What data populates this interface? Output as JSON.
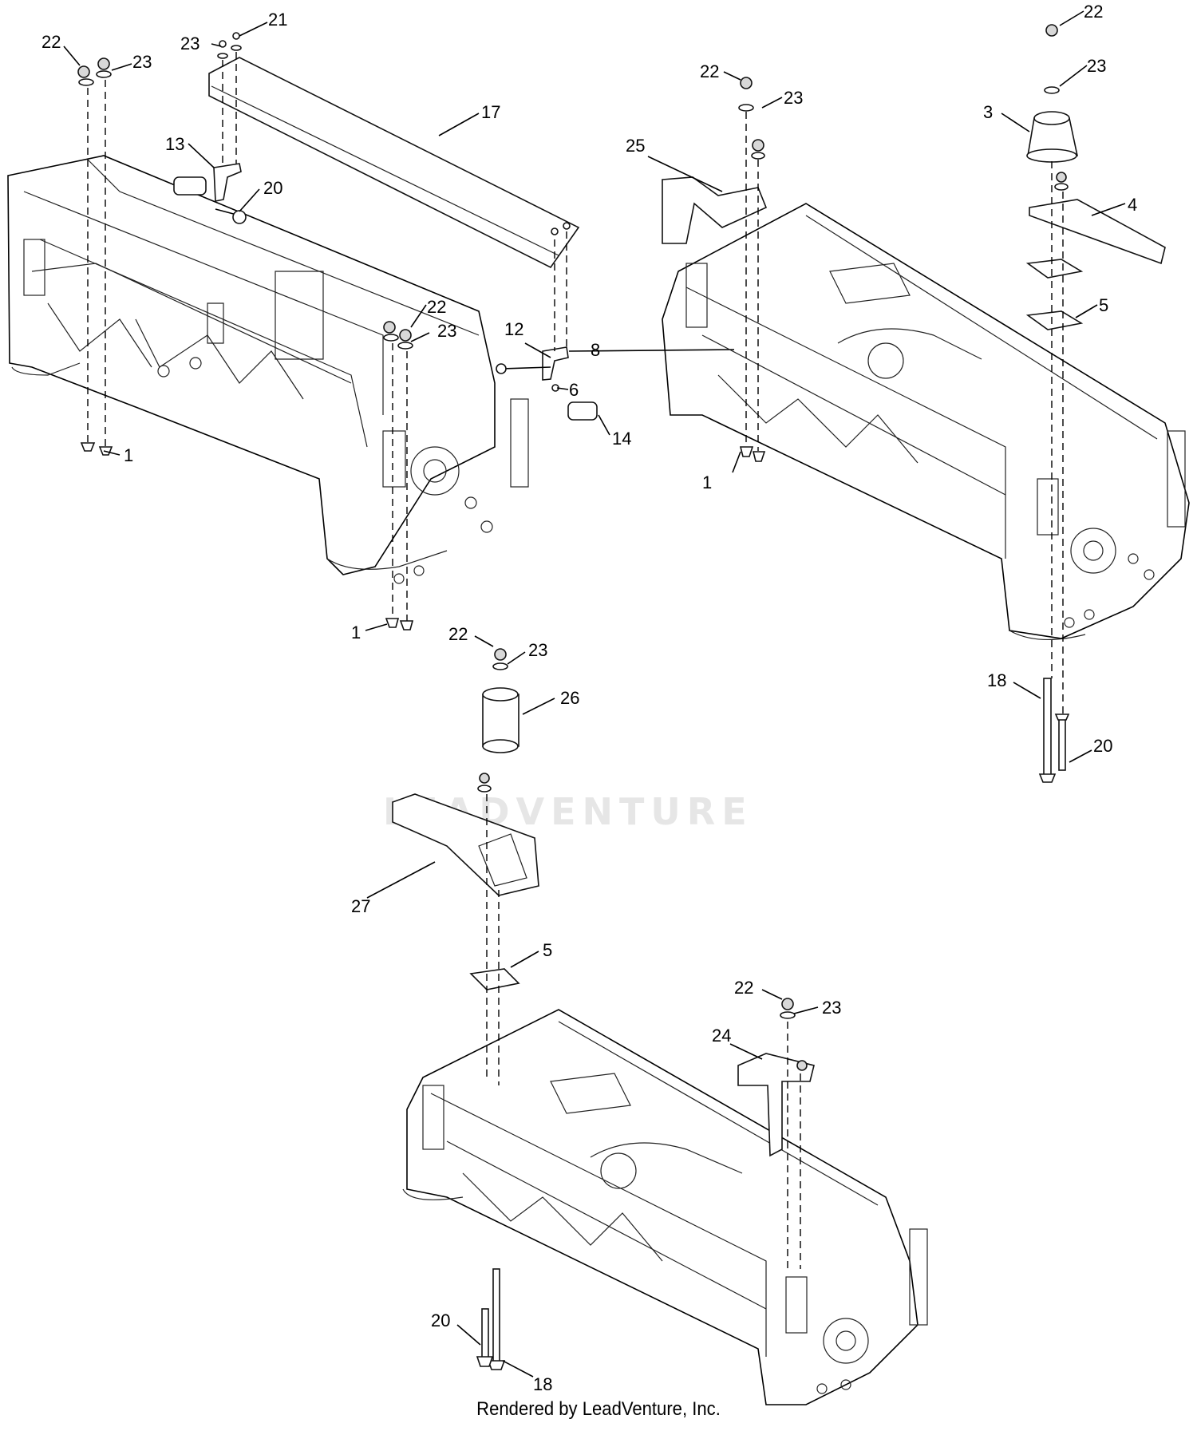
{
  "diagram": {
    "callouts": [
      {
        "id": "c22a",
        "text": "22"
      },
      {
        "id": "c23a",
        "text": "23"
      },
      {
        "id": "c23b",
        "text": "23"
      },
      {
        "id": "c21",
        "text": "21"
      },
      {
        "id": "c17",
        "text": "17"
      },
      {
        "id": "c13",
        "text": "13"
      },
      {
        "id": "c20a",
        "text": "20"
      },
      {
        "id": "c22b",
        "text": "22"
      },
      {
        "id": "c23c",
        "text": "23"
      },
      {
        "id": "c12",
        "text": "12"
      },
      {
        "id": "c8",
        "text": "8"
      },
      {
        "id": "c6",
        "text": "6"
      },
      {
        "id": "c14",
        "text": "14"
      },
      {
        "id": "c1a",
        "text": "1"
      },
      {
        "id": "c1b",
        "text": "1"
      },
      {
        "id": "c22c",
        "text": "22"
      },
      {
        "id": "c23d",
        "text": "23"
      },
      {
        "id": "c25",
        "text": "25"
      },
      {
        "id": "c1c",
        "text": "1"
      },
      {
        "id": "c22d",
        "text": "22"
      },
      {
        "id": "c23e",
        "text": "23"
      },
      {
        "id": "c3",
        "text": "3"
      },
      {
        "id": "c4",
        "text": "4"
      },
      {
        "id": "c5a",
        "text": "5"
      },
      {
        "id": "c18a",
        "text": "18"
      },
      {
        "id": "c20b",
        "text": "20"
      },
      {
        "id": "c22e",
        "text": "22"
      },
      {
        "id": "c23f",
        "text": "23"
      },
      {
        "id": "c26",
        "text": "26"
      },
      {
        "id": "c27",
        "text": "27"
      },
      {
        "id": "c5b",
        "text": "5"
      },
      {
        "id": "c22f",
        "text": "22"
      },
      {
        "id": "c23g",
        "text": "23"
      },
      {
        "id": "c24",
        "text": "24"
      },
      {
        "id": "c20c",
        "text": "20"
      },
      {
        "id": "c18b",
        "text": "18"
      }
    ]
  },
  "watermark": "LEADVENTURE",
  "footer": "Rendered by LeadVenture, Inc."
}
